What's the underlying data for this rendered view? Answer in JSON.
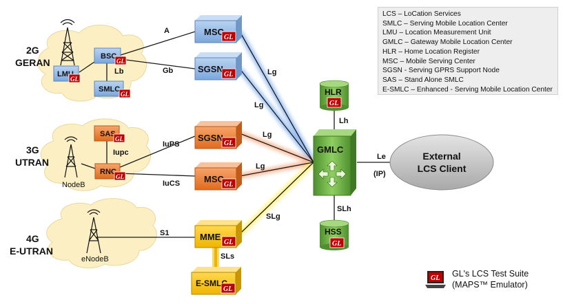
{
  "regions": {
    "r2g_line1": "2G",
    "r2g_line2": "GERAN",
    "r3g_line1": "3G",
    "r3g_line2": "UTRAN",
    "r4g_line1": "4G",
    "r4g_line2": "E-UTRAN"
  },
  "nodes": {
    "bsc": "BSC",
    "lmu": "LMU",
    "smlc": "SMLC",
    "sas": "SAS",
    "rnc": "RNC",
    "nodeb": "NodeB",
    "enodeb": "eNodeB",
    "msc_2g": "MSC",
    "sgsn_2g": "SGSN",
    "sgsn_3g": "SGSN",
    "msc_3g": "MSC",
    "mme": "MME",
    "esmlc": "E-SMLC",
    "gmlc": "GMLC",
    "hlr": "HLR",
    "hss": "HSS",
    "external_line1": "External",
    "external_line2": "LCS Client",
    "badge": "GL"
  },
  "interfaces": {
    "a": "A",
    "gb": "Gb",
    "lb": "Lb",
    "iupc": "Iupc",
    "iups": "IuPS",
    "iucs": "IuCS",
    "s1": "S1",
    "sls": "SLs",
    "lg_msc2g": "Lg",
    "lg_sgsn2g": "Lg",
    "lg_sgsn3g": "Lg",
    "lg_msc3g": "Lg",
    "slg": "SLg",
    "lh": "Lh",
    "slh": "SLh",
    "le": "Le",
    "le_ip": "(IP)"
  },
  "legend": [
    "LCS – LoCation Services",
    "SMLC – Serving Mobile Location Center",
    "LMU – Location Measurement Unit",
    "GMLC – Gateway Mobile Location Center",
    "HLR – Home Location Register",
    "MSC – Mobile Serving Center",
    "SGSN - Serving GPRS Support Node",
    "SAS – Stand Alone SMLC",
    "E-SMLC – Enhanced - Serving Mobile Location Center"
  ],
  "suite": {
    "line1": "GL's LCS Test Suite",
    "line2": "(MAPS™ Emulator)",
    "logo": "GL"
  },
  "colors": {
    "blue_box": "#8db4e2",
    "orange_box": "#ed7d31",
    "yellow_box": "#ffc000",
    "green_node": "#70ad47",
    "badge_red": "#c00000",
    "cloud": "#fbefc3",
    "glow_blue": "#8fb8f0",
    "glow_orange": "#f6b08a",
    "glow_yellow": "#fff27a",
    "external_client": "#c8c8c8"
  }
}
